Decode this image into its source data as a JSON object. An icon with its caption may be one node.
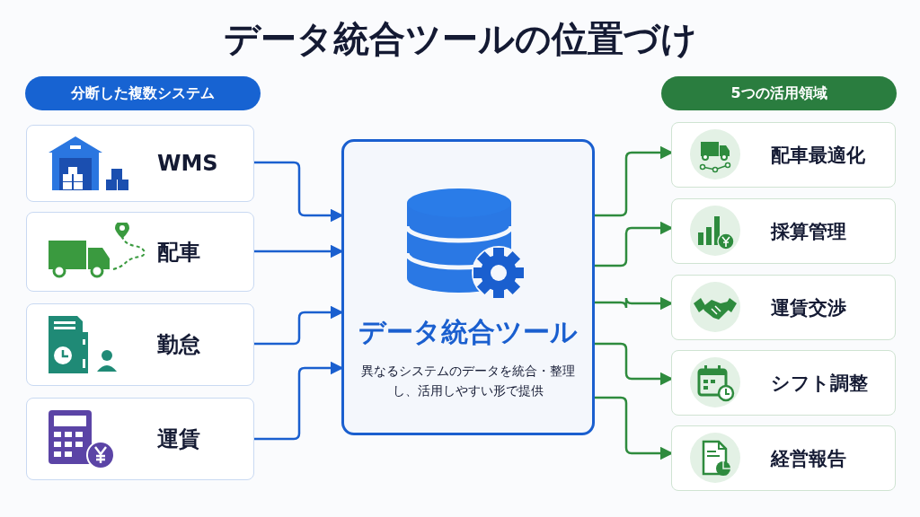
{
  "diagram": {
    "title": "データ統合ツールの位置づけ",
    "nodes": [
      {
        "text": [
          "分断した複数システム"
        ]
      },
      {
        "text": [
          "WMS"
        ]
      },
      {
        "text": [
          "配車"
        ]
      },
      {
        "text": [
          "勤怠"
        ]
      },
      {
        "text": [
          "運賃"
        ]
      },
      {
        "text": [
          "データ統合ツール",
          "異なるシステムのデータを統合・整理し、活用しやすい形で提供"
        ]
      },
      {
        "text": [
          "5つの活用領域"
        ]
      },
      {
        "text": [
          "配車最適化"
        ]
      },
      {
        "text": [
          "採算管理"
        ]
      },
      {
        "text": [
          "運賃交渉"
        ]
      },
      {
        "text": [
          "シフト調整"
        ]
      },
      {
        "text": [
          "経営報告"
        ]
      }
    ],
    "edges": [
      {
        "from": 1,
        "to": 5,
        "arrow": "to",
        "color": "#1a5fcf"
      },
      {
        "from": 2,
        "to": 5,
        "arrow": "to",
        "color": "#1a5fcf"
      },
      {
        "from": 3,
        "to": 5,
        "arrow": "to",
        "color": "#1a5fcf"
      },
      {
        "from": 4,
        "to": 5,
        "arrow": "to",
        "color": "#1a5fcf"
      },
      {
        "from": 5,
        "to": 7,
        "arrow": "to"
      },
      {
        "from": 5,
        "to": 8,
        "arrow": "to"
      },
      {
        "from": 5,
        "to": 9,
        "arrow": "to"
      },
      {
        "from": 5,
        "to": 10,
        "arrow": "to"
      },
      {
        "from": 5,
        "to": 11,
        "arrow": "to"
      }
    ]
  }
}
